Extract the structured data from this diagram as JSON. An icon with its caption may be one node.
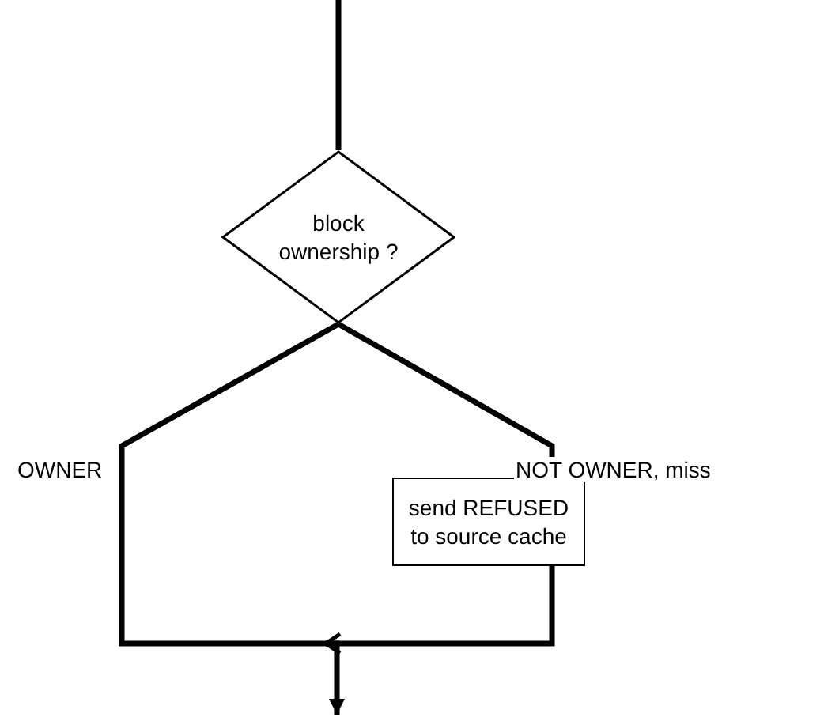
{
  "diagram": {
    "nodes": [
      {
        "text": [
          "block ownership ?"
        ]
      },
      {
        "text": [
          "send REFUSED to source cache"
        ]
      }
    ],
    "edges": [
      {
        "from": null,
        "to": 0,
        "arrow": "none"
      },
      {
        "from": 0,
        "to": 1,
        "arrow": "none",
        "label": "NOT OWNER, miss"
      },
      {
        "from": 0,
        "to": null,
        "arrow": "to",
        "label": "OWNER"
      },
      {
        "from": 1,
        "to": null,
        "arrow": "to"
      }
    ]
  }
}
